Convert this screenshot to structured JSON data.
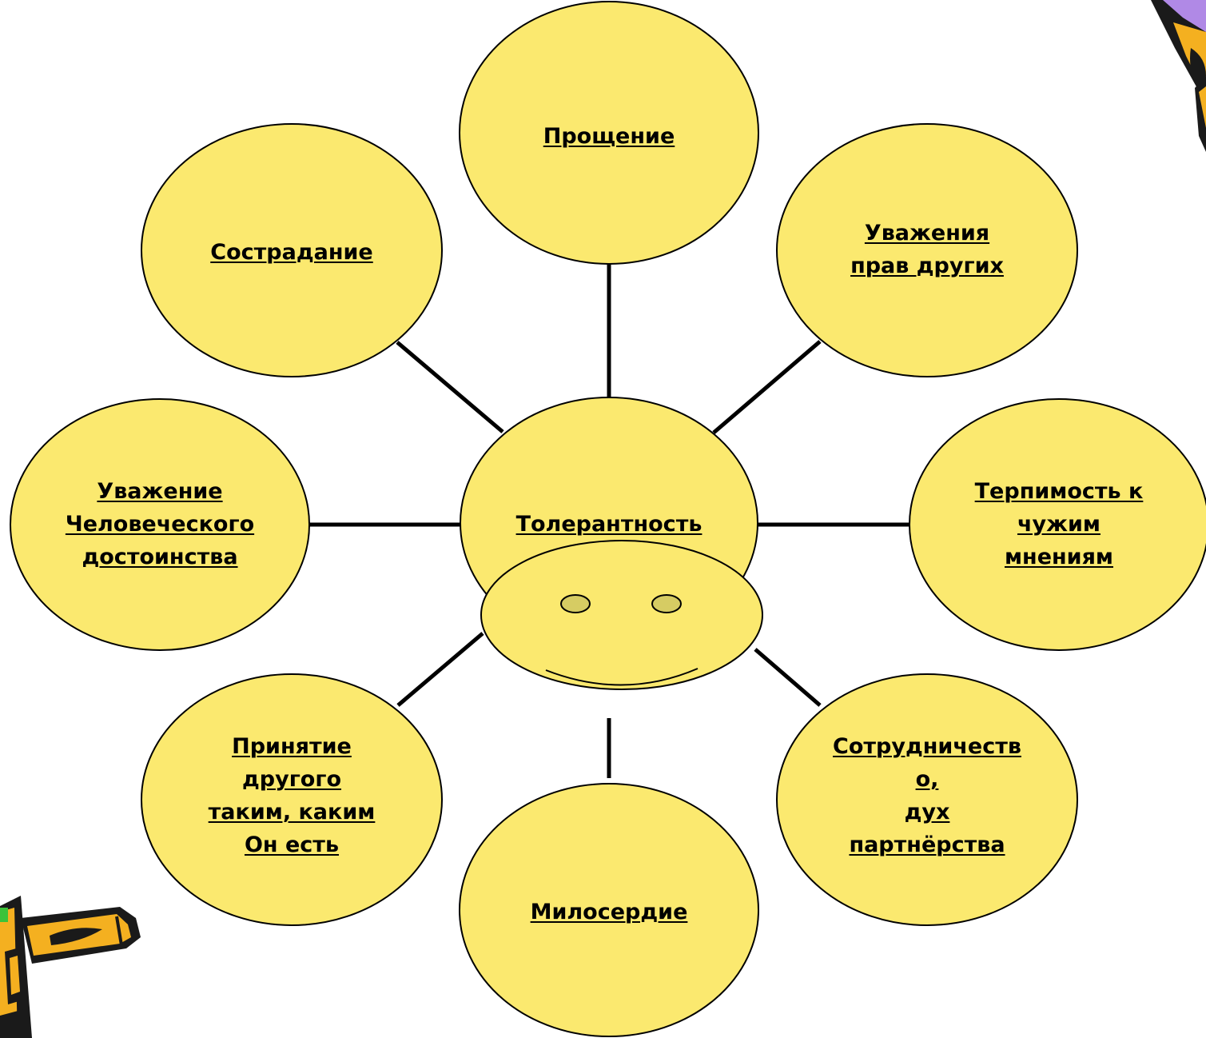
{
  "diagram": {
    "center": {
      "label": "Толерантность"
    },
    "nodes": [
      {
        "id": "forgiveness",
        "label": "Прощение"
      },
      {
        "id": "rights",
        "label": "Уважения\nправ других"
      },
      {
        "id": "patience",
        "label": "Терпимость к\nчужим\nмнениям"
      },
      {
        "id": "cooperation",
        "label": "Сотрудничеств\nо,\nдух\nпартнёрства"
      },
      {
        "id": "mercy",
        "label": "Милосердие"
      },
      {
        "id": "acceptance",
        "label": "Принятие\nдругого\nтаким, каким\nОн есть"
      },
      {
        "id": "dignity",
        "label": "Уважение\nЧеловеческого\nдостоинства"
      },
      {
        "id": "compassion",
        "label": "Сострадание"
      }
    ],
    "colors": {
      "node_fill": "#fbe96f",
      "stroke": "#000000",
      "connector": "#000000"
    },
    "decorations": [
      "pencil-top-right",
      "pencil-bottom-left"
    ]
  }
}
